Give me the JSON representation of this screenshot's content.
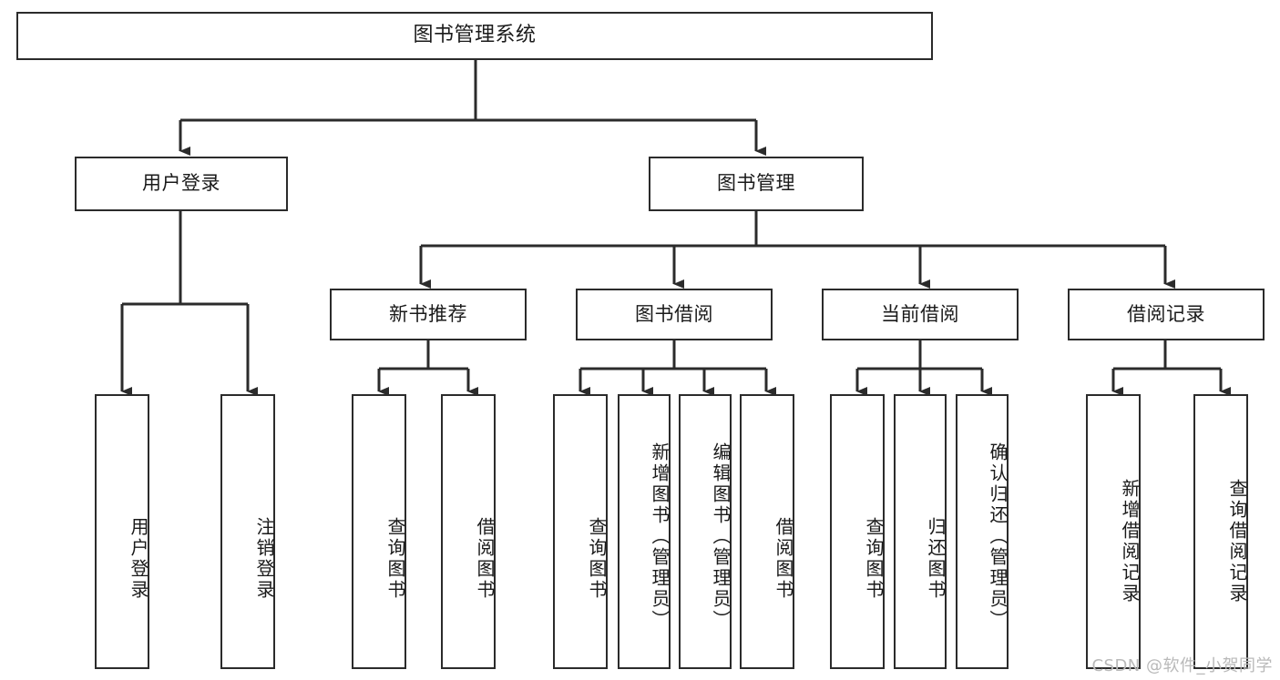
{
  "diagram": {
    "type": "tree-hierarchy",
    "title": "图书管理系统",
    "root": {
      "id": "root",
      "label": "图书管理系统"
    },
    "level2": [
      {
        "id": "user-login",
        "label": "用户登录"
      },
      {
        "id": "book-management",
        "label": "图书管理"
      }
    ],
    "level3": [
      {
        "id": "new-book-recommend",
        "label": "新书推荐",
        "parent": "book-management"
      },
      {
        "id": "book-borrow",
        "label": "图书借阅",
        "parent": "book-management"
      },
      {
        "id": "current-borrow",
        "label": "当前借阅",
        "parent": "book-management"
      },
      {
        "id": "borrow-record",
        "label": "借阅记录",
        "parent": "book-management"
      }
    ],
    "leaves": [
      {
        "id": "leaf-user-login",
        "label": "用户登录",
        "parent": "user-login"
      },
      {
        "id": "leaf-logout-login",
        "label": "注销登录",
        "parent": "user-login"
      },
      {
        "id": "leaf-query-book-1",
        "label": "查询图书",
        "parent": "new-book-recommend"
      },
      {
        "id": "leaf-borrow-book-1",
        "label": "借阅图书",
        "parent": "new-book-recommend"
      },
      {
        "id": "leaf-query-book-2",
        "label": "查询图书",
        "parent": "book-borrow"
      },
      {
        "id": "leaf-add-book",
        "label": "新增图书（管理员）",
        "parent": "book-borrow"
      },
      {
        "id": "leaf-edit-book",
        "label": "编辑图书（管理员）",
        "parent": "book-borrow"
      },
      {
        "id": "leaf-borrow-book-2",
        "label": "借阅图书",
        "parent": "book-borrow"
      },
      {
        "id": "leaf-query-book-3",
        "label": "查询图书",
        "parent": "current-borrow"
      },
      {
        "id": "leaf-return-book",
        "label": "归还图书",
        "parent": "current-borrow"
      },
      {
        "id": "leaf-confirm-return",
        "label": "确认归还（管理员）",
        "parent": "current-borrow"
      },
      {
        "id": "leaf-add-record",
        "label": "新增借阅记录",
        "parent": "borrow-record"
      },
      {
        "id": "leaf-query-record",
        "label": "查询借阅记录",
        "parent": "borrow-record"
      }
    ],
    "colors": {
      "stroke": "#2b2b2b",
      "fill": "#ffffff",
      "text": "#1a1a1a",
      "watermark": "#b9b9b9"
    }
  },
  "watermark": {
    "text": "CSDN @软件_小贺同学"
  }
}
